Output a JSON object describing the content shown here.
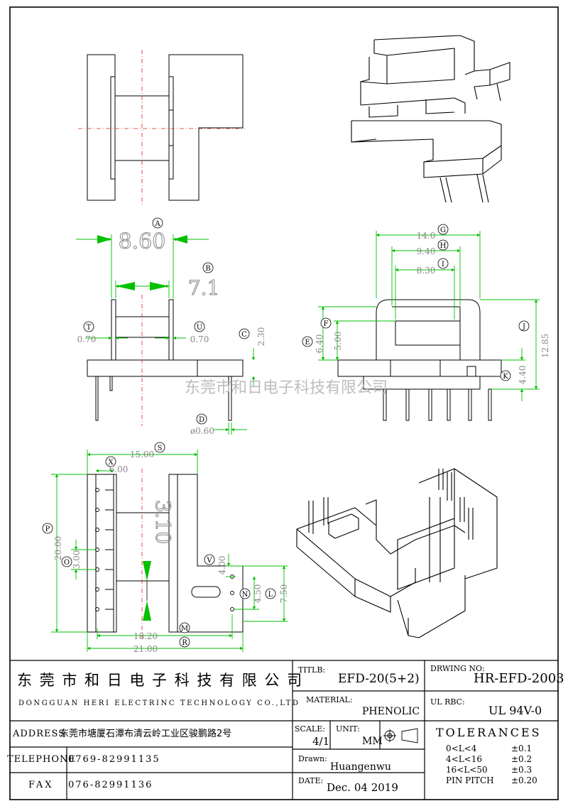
{
  "watermark": "东莞市和日电子科技有限公司",
  "dimensions": {
    "A": {
      "letter": "A",
      "value": "8.60"
    },
    "B": {
      "letter": "B",
      "value": "7.1"
    },
    "C": {
      "letter": "C",
      "value": "2.30"
    },
    "D": {
      "letter": "D",
      "value": "ø0.60"
    },
    "E": {
      "letter": "E",
      "value": "6.40"
    },
    "F": {
      "letter": "F",
      "value": "5.00"
    },
    "G": {
      "letter": "G",
      "value": "14.0"
    },
    "H": {
      "letter": "H",
      "value": "9.40"
    },
    "I": {
      "letter": "I",
      "value": "8.30"
    },
    "J": {
      "letter": "J",
      "value": "12.85"
    },
    "K": {
      "letter": "K",
      "value": "4.40"
    },
    "L": {
      "letter": "L",
      "value": "7.50"
    },
    "M": {
      "letter": "M",
      "value": "18.20"
    },
    "N": {
      "letter": "N",
      "value": "4.50"
    },
    "O": {
      "letter": "O",
      "value": "3.00"
    },
    "P": {
      "letter": "P",
      "value": "20.00"
    },
    "R": {
      "letter": "R",
      "value": "21.00"
    },
    "S": {
      "letter": "S",
      "value": "15.00"
    },
    "T": {
      "letter": "T",
      "value": "0.70"
    },
    "U": {
      "letter": "U",
      "value": "0.70"
    },
    "V": {
      "letter": "V",
      "value": "4.00"
    },
    "X": {
      "letter": "X",
      "value": "6.00"
    },
    "slot": {
      "value": "3.10"
    }
  },
  "titleblock": {
    "company_cn": "东 莞 市 和 日 电 子 科 技 有 限 公 司",
    "company_en": "DONGGUAN HERI ELECTRINC TECHNOLOGY CO.,LTD",
    "address_label": "ADDRESS",
    "address_value": "东莞市塘厦石潭布清云岭工业区骏鹏路2号",
    "telephone_label": "TELEPHONE",
    "telephone_value": "0769-82991135",
    "fax_label": "FAX",
    "fax_value": "076-82991136",
    "title_label": "TITLB:",
    "title_value": "EFD-20(5+2)",
    "drawing_no_label": "DRWING NO:",
    "drawing_no_value": "HR-EFD-2003",
    "material_label": "MATERIAL:",
    "material_value": "PHENOLIC",
    "ul_rbc_label": "UL  RBC:",
    "ul_value": "UL 94V-0",
    "scale_label": "SCALE:",
    "scale_value": "4/1",
    "unit_label": "UNIT:",
    "unit_value": "MM",
    "drawn_label": "Drawn:",
    "drawn_value": "Huangenwu",
    "date_label": "DATE:",
    "date_value": "Dec. 04 2019",
    "tolerances_title": "TOLERANCES",
    "tolerances": [
      {
        "range": "0<L<4",
        "value": "±0.1"
      },
      {
        "range": "4<L<16",
        "value": "±0.2"
      },
      {
        "range": "16<L<50",
        "value": "±0.3"
      },
      {
        "range": "PIN PITCH",
        "value": "±0.20"
      }
    ]
  }
}
